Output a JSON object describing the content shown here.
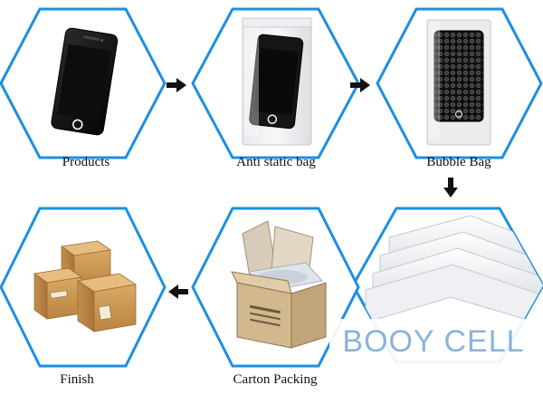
{
  "colors": {
    "hexagon_stroke": "#1d8fe1",
    "arrow": "#111111",
    "watermark": "#8ab4da"
  },
  "steps": [
    {
      "id": "products",
      "label": "Products",
      "icon": "black-phone-lcd-screen"
    },
    {
      "id": "anti-static",
      "label": "Anti static bag",
      "icon": "phone-in-anti-static-bag"
    },
    {
      "id": "bubble",
      "label": "Bubble Bag",
      "icon": "phone-in-bubble-bag"
    },
    {
      "id": "foam",
      "label": "",
      "icon": "foam-sheets"
    },
    {
      "id": "carton",
      "label": "Carton Packing",
      "icon": "open-carton-box"
    },
    {
      "id": "finish",
      "label": "Finish",
      "icon": "stacked-cardboard-boxes"
    }
  ],
  "arrows": [
    {
      "from": "products",
      "to": "anti-static",
      "direction": "right"
    },
    {
      "from": "anti-static",
      "to": "bubble",
      "direction": "right"
    },
    {
      "from": "bubble",
      "to": "foam",
      "direction": "down"
    },
    {
      "from": "carton",
      "to": "finish",
      "direction": "left"
    }
  ],
  "watermark": {
    "text": "BOOY CELL"
  }
}
